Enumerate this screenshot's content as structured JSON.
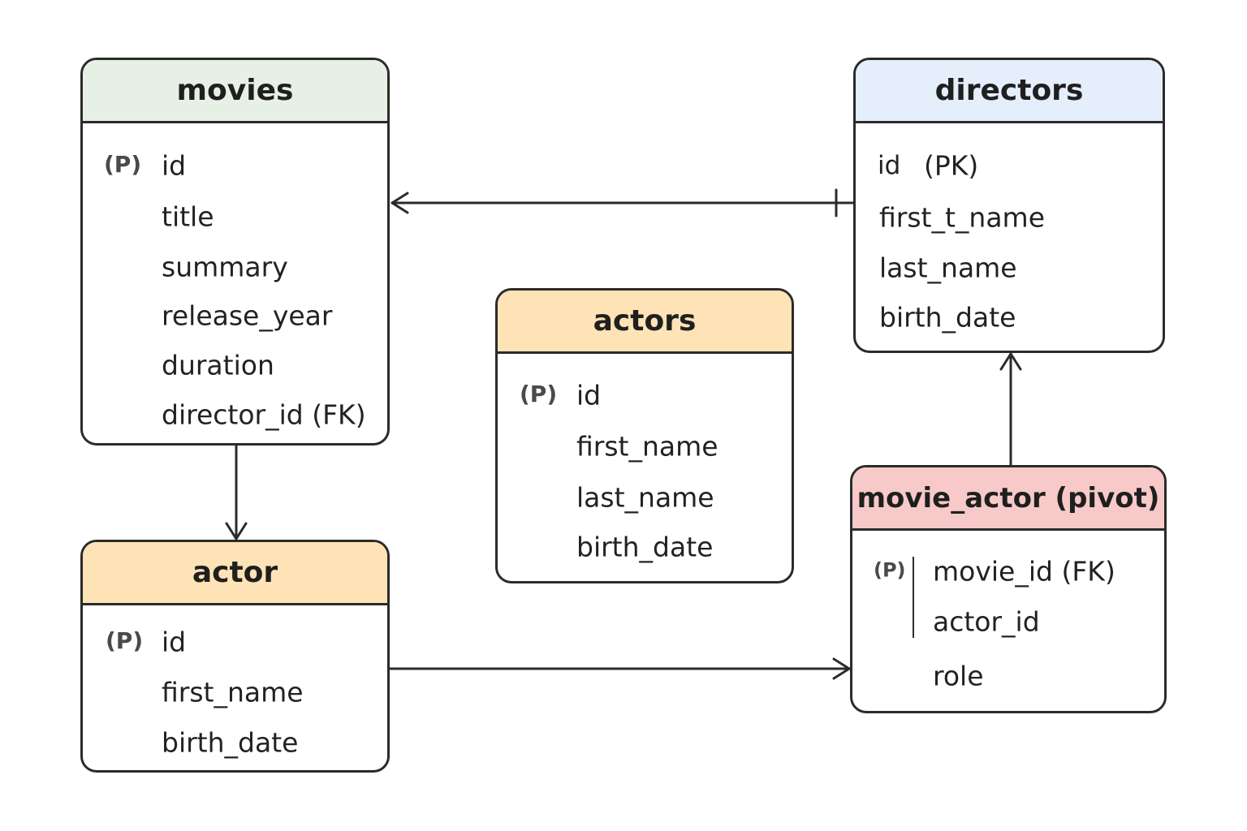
{
  "tables": {
    "movies": {
      "name": "movies",
      "header_color": "#e6f0e4",
      "key_label": "(P)",
      "columns": [
        "id",
        "title",
        "summary",
        "release_year",
        "duration",
        "director_id (FK)"
      ]
    },
    "directors": {
      "name": "directors",
      "header_color": "#e5eefb",
      "columns": [
        "id",
        "(PK)",
        "first_t_name",
        "last_name",
        "birth_date"
      ]
    },
    "actors": {
      "name": "actors",
      "header_color": "#fde3b5",
      "key_label": "(P)",
      "columns": [
        "id",
        "first_name",
        "last_name",
        "birth_date"
      ]
    },
    "actor": {
      "name": "actor",
      "header_color": "#fde3b5",
      "key_label": "(P)",
      "columns": [
        "id",
        "first_name",
        "birth_date"
      ]
    },
    "movie_actor": {
      "name": "movie_actor (pivot)",
      "header_color": "#f7c9c9",
      "key_label": "(P)",
      "columns": [
        "movie_id (FK)",
        "actor_id",
        "role"
      ]
    }
  },
  "relationships": [
    {
      "from": "directors",
      "to": "movies",
      "from_marker": "one",
      "to_marker": "arrow"
    },
    {
      "from": "movies",
      "to": "actor",
      "to_marker": "arrow"
    },
    {
      "from": "actor",
      "to": "movie_actor",
      "to_marker": "arrow"
    },
    {
      "from": "movie_actor",
      "to": "directors",
      "to_marker": "arrow"
    }
  ],
  "colors": {
    "stroke": "#2b2b2b",
    "background": "#ffffff"
  }
}
